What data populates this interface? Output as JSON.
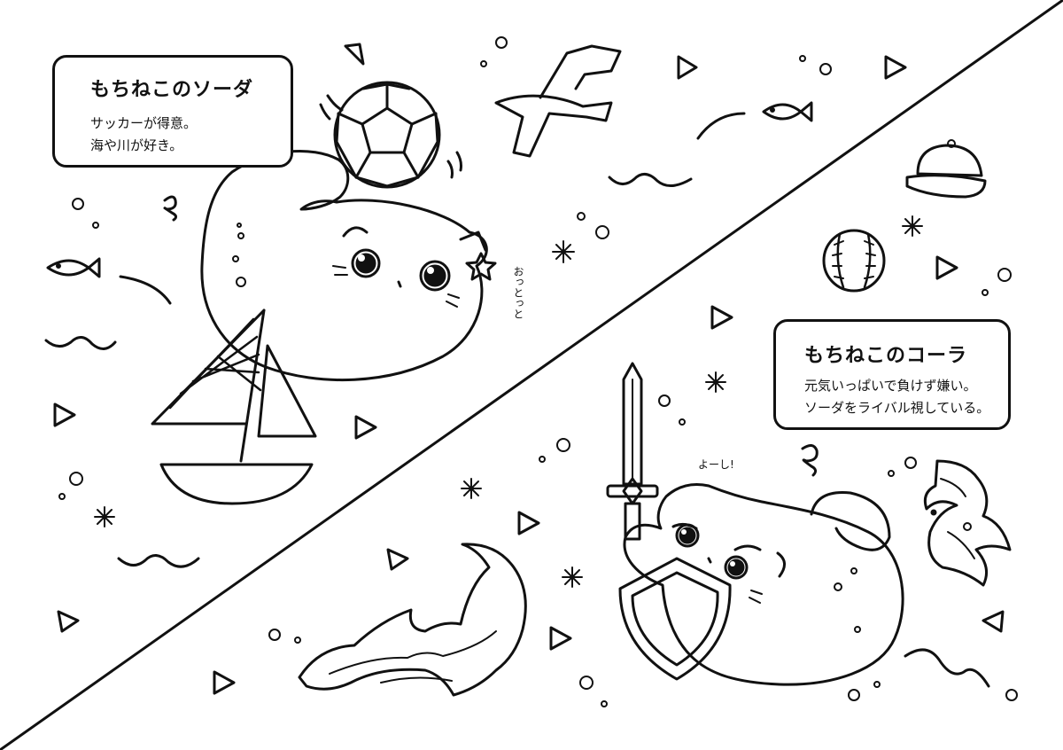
{
  "soda": {
    "name": "もちねこのソーダ",
    "lines": [
      "サッカーが得意。",
      "海や川が好き。"
    ],
    "exclamation": "おっとっと"
  },
  "cola": {
    "name": "もちねこのコーラ",
    "lines": [
      "元気いっぱいで負けず嫌い。",
      "ソーダをライバル視している。"
    ],
    "exclamation": "よーし!"
  },
  "colors": {
    "line": "#111111",
    "background": "#ffffff"
  }
}
